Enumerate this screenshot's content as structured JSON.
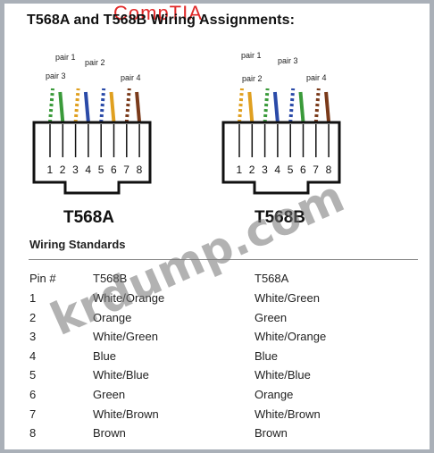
{
  "brand_watermark": "CompTIA",
  "site_watermark": "krdump.com",
  "title": "T568A and T568B Wiring Assignments:",
  "connector_a": {
    "label": "T568A",
    "pair_labels": {
      "pair1": "pair 1",
      "pair2": "pair 2",
      "pair3": "pair 3",
      "pair4": "pair 4"
    },
    "pin_numbers": [
      "1",
      "2",
      "3",
      "4",
      "5",
      "6",
      "7",
      "8"
    ],
    "wire_colors": [
      "white-green",
      "green",
      "white-orange",
      "blue",
      "white-blue",
      "orange",
      "white-brown",
      "brown"
    ]
  },
  "connector_b": {
    "label": "T568B",
    "pair_labels": {
      "pair1": "pair 1",
      "pair2": "pair 2",
      "pair3": "pair 3",
      "pair4": "pair 4"
    },
    "pin_numbers": [
      "1",
      "2",
      "3",
      "4",
      "5",
      "6",
      "7",
      "8"
    ],
    "wire_colors": [
      "white-orange",
      "orange",
      "white-green",
      "blue",
      "white-blue",
      "green",
      "white-brown",
      "brown"
    ]
  },
  "wiring_standards": {
    "heading": "Wiring Standards",
    "columns": [
      "Pin #",
      "T568B",
      "T568A"
    ],
    "rows": [
      [
        "1",
        "White/Orange",
        "White/Green"
      ],
      [
        "2",
        "Orange",
        "Green"
      ],
      [
        "3",
        "White/Green",
        "White/Orange"
      ],
      [
        "4",
        "Blue",
        "Blue"
      ],
      [
        "5",
        "White/Blue",
        "White/Blue"
      ],
      [
        "6",
        "Green",
        "Orange"
      ],
      [
        "7",
        "White/Brown",
        "White/Brown"
      ],
      [
        "8",
        "Brown",
        "Brown"
      ]
    ]
  },
  "colors": {
    "green": "#3a9a3a",
    "orange": "#e0a020",
    "blue": "#2a4aa8",
    "brown": "#7a3a1a",
    "brand_red": "#e02828"
  }
}
